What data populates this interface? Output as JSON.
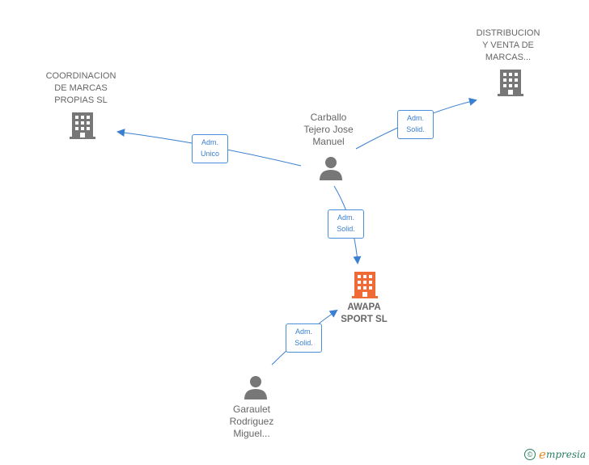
{
  "nodes": {
    "coordinacion": {
      "label": "COORDINACION\nDE MARCAS\nPROPIAS SL",
      "kind": "company"
    },
    "distribucion": {
      "label": "DISTRIBUCION\nY VENTA DE\nMARCAS...",
      "kind": "company"
    },
    "carballo": {
      "label": "Carballo\nTejero Jose\nManuel",
      "kind": "person"
    },
    "awapa": {
      "label": "AWAPA\nSPORT  SL",
      "kind": "company-focus"
    },
    "garaulet": {
      "label": "Garaulet\nRodriguez\nMiguel...",
      "kind": "person"
    }
  },
  "edges": {
    "carballo_coordinacion": {
      "label": "Adm.\nUnico"
    },
    "carballo_distribucion": {
      "label": "Adm.\nSolid."
    },
    "carballo_awapa": {
      "label": "Adm.\nSolid."
    },
    "garaulet_awapa": {
      "label": "Adm.\nSolid."
    }
  },
  "colors": {
    "edge": "#3a7fd0",
    "icon": "#777777",
    "focus_icon": "#f06a35",
    "brand_green": "#2a7f62",
    "brand_orange": "#e8891e"
  },
  "icons": {
    "company": "building-icon",
    "person": "person-icon"
  },
  "brand": {
    "symbol": "©",
    "first": "e",
    "rest": "mpresia"
  }
}
